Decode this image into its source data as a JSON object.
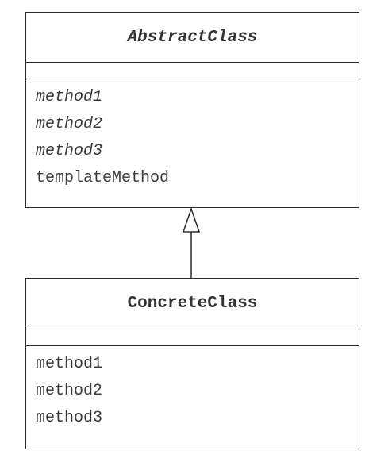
{
  "abstract_class": {
    "name": "AbstractClass",
    "methods": [
      {
        "label": "method1",
        "abstract": true
      },
      {
        "label": "method2",
        "abstract": true
      },
      {
        "label": "method3",
        "abstract": true
      },
      {
        "label": "templateMethod",
        "abstract": false
      }
    ]
  },
  "concrete_class": {
    "name": "ConcreteClass",
    "methods": [
      {
        "label": "method1",
        "abstract": false
      },
      {
        "label": "method2",
        "abstract": false
      },
      {
        "label": "method3",
        "abstract": false
      }
    ]
  },
  "relationship": {
    "type": "generalization",
    "from": "ConcreteClass",
    "to": "AbstractClass"
  }
}
